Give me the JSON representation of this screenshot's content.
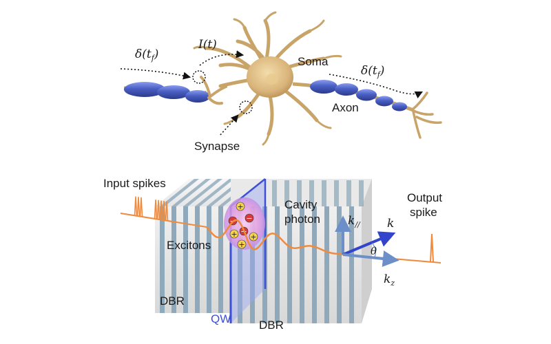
{
  "neuron": {
    "delta_left": "δ(t",
    "delta_left_sub": "f",
    "delta_left_close": ")",
    "current": "I(t)",
    "soma": "Soma",
    "delta_right": "δ(t",
    "delta_right_sub": "f",
    "delta_right_close": ")",
    "axon": "Axon",
    "synapse": "Synapse"
  },
  "device": {
    "input_spikes": "Input spikes",
    "cavity_line1": "Cavity",
    "cavity_line2": "photon",
    "output_line1": "Output",
    "output_line2": "spike",
    "excitons": "Excitons",
    "k_parallel": "k",
    "k_parallel_sub": "//",
    "k": "k",
    "theta": "θ",
    "k_z": "k",
    "k_z_sub": "z",
    "dbr_left": "DBR",
    "qw": "QW",
    "dbr_right": "DBR",
    "plus": "+",
    "minus": "−"
  },
  "colors": {
    "myelin": "#4a5fc4",
    "neuron_body": "#d9b47a",
    "dbr_stripe": "#8ea9bb",
    "qw": "#3d4fd6",
    "spike": "#f08a3c",
    "arrow": "#6c8fc9",
    "qw_text": "#3d4fd6"
  }
}
